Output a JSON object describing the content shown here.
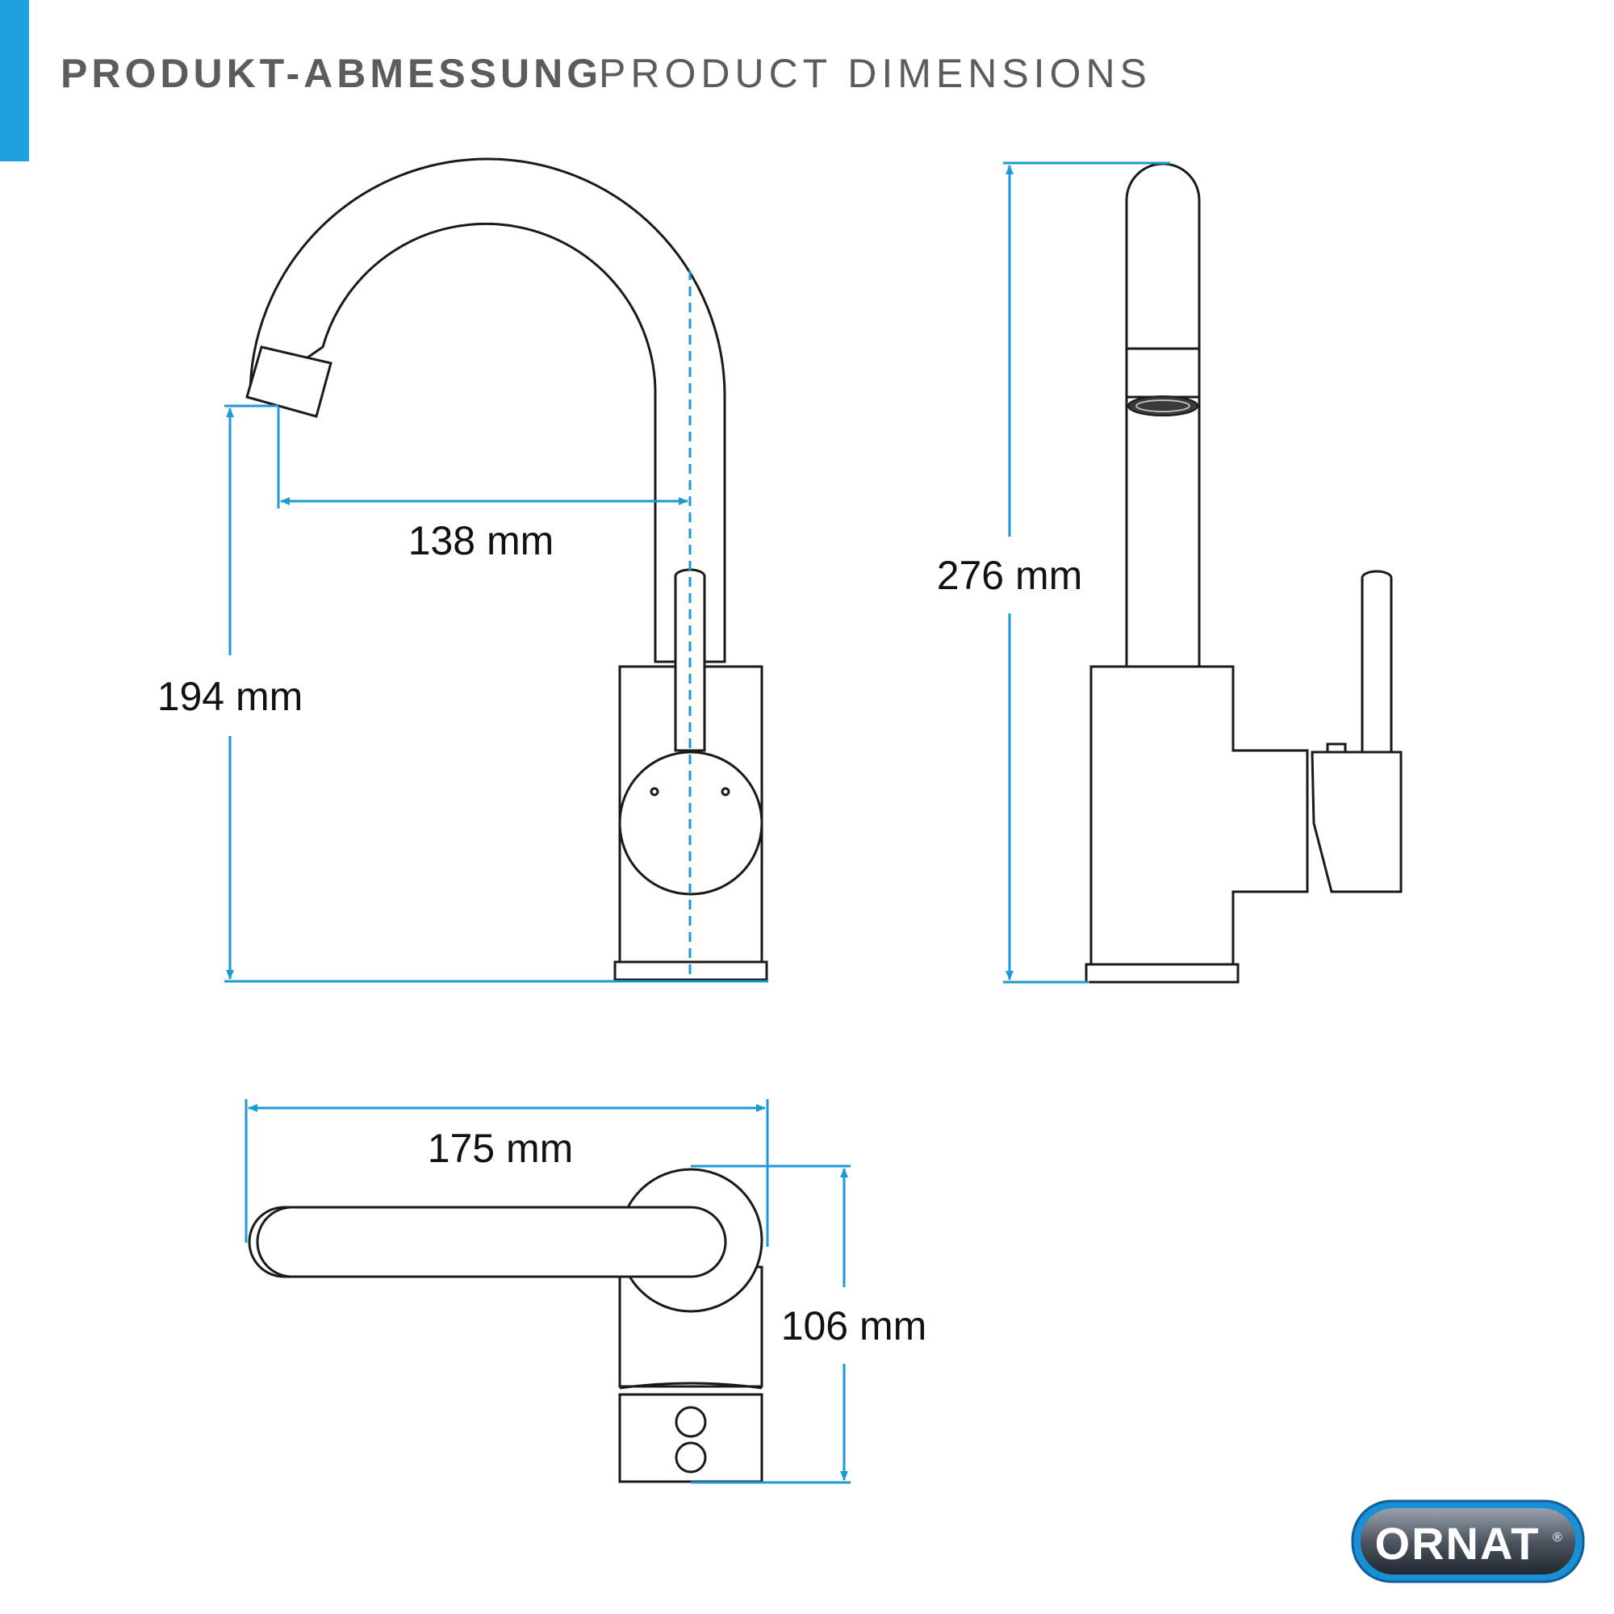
{
  "header": {
    "title_de": "PRODUKT-ABMESSUNG",
    "title_en": "PRODUCT DIMENSIONS"
  },
  "dimensions": {
    "reach": "138 mm",
    "spout_height": "194 mm",
    "total_height": "276 mm",
    "depth": "175 mm",
    "width": "106 mm"
  },
  "logo": {
    "text": "ORNAT",
    "mark": "®"
  },
  "colors": {
    "accent": "#1fa2dd",
    "dimension_line": "#1c9ad6",
    "outline": "#1a1a1a"
  }
}
